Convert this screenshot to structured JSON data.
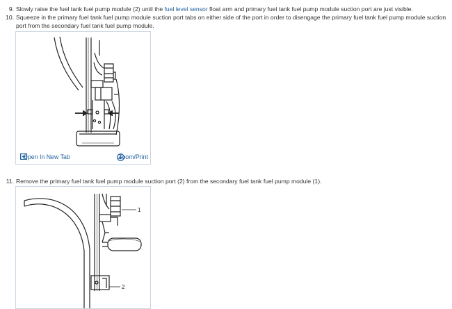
{
  "steps": [
    {
      "number": "9.",
      "text_before": "Slowly raise the fuel tank fuel pump module (2) until the ",
      "link_text": "fuel level sensor",
      "text_after": " float arm and primary fuel tank fuel pump module suction port are just visible."
    },
    {
      "number": "10.",
      "line1": "Squeeze in the primary fuel tank fuel pump module suction port tabs on either side of the port in order to disengage the primary fuel tank fuel pump module suction",
      "line2": "port from the secondary fuel tank fuel pump module."
    },
    {
      "number": "11.",
      "text": "Remove the primary fuel tank fuel pump module suction port (2) from the secondary fuel tank fuel pump module (1)."
    }
  ],
  "figure1": {
    "open_tab_label": "Open In New Tab",
    "zoom_label": "Zoom/Print"
  },
  "figure2": {
    "callouts": [
      "1",
      "2"
    ]
  },
  "colors": {
    "link": "#1f5f9e",
    "border": "#c9d6e3"
  }
}
